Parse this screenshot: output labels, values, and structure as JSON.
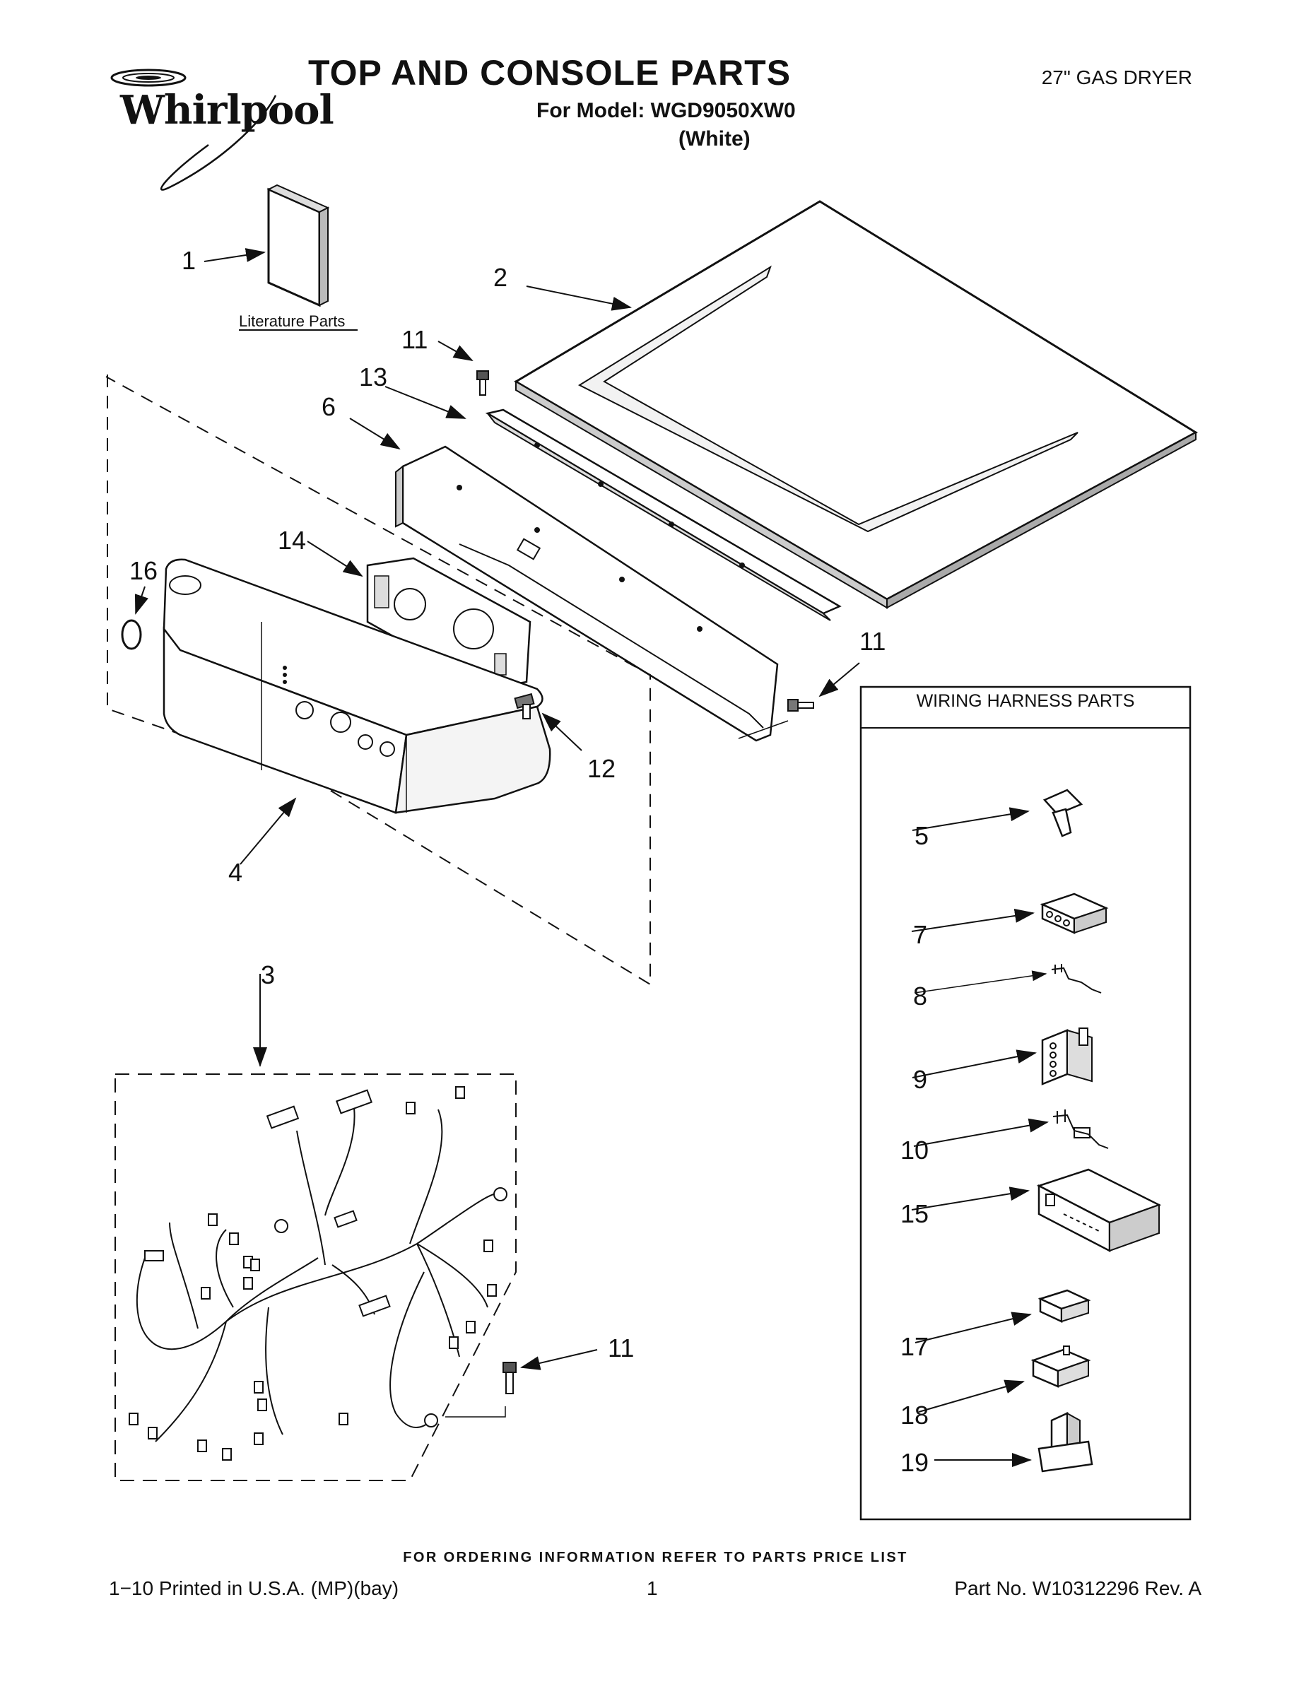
{
  "header": {
    "brand": "Whirlpool",
    "title": "TOP AND CONSOLE PARTS",
    "model_line": "For Model: WGD9050XW0",
    "variant": "(White)",
    "product_type": "27\" GAS DRYER"
  },
  "literature": {
    "label": "Literature Parts"
  },
  "callouts": {
    "c1": "1",
    "c2": "2",
    "c3": "3",
    "c4": "4",
    "c5": "5",
    "c6": "6",
    "c7": "7",
    "c8": "8",
    "c9": "9",
    "c10": "10",
    "c11a": "11",
    "c11b": "11",
    "c11c": "11",
    "c12": "12",
    "c13": "13",
    "c14": "14",
    "c15": "15",
    "c16": "16",
    "c17": "17",
    "c18": "18",
    "c19": "19"
  },
  "wiring_box": {
    "title": "WIRING HARNESS PARTS"
  },
  "footer": {
    "ordering_note": "FOR ORDERING INFORMATION REFER TO PARTS PRICE LIST",
    "print_info": "1−10 Printed in U.S.A. (MP)(bay)",
    "page_number": "1",
    "part_number": "Part No. W10312296 Rev. A"
  }
}
